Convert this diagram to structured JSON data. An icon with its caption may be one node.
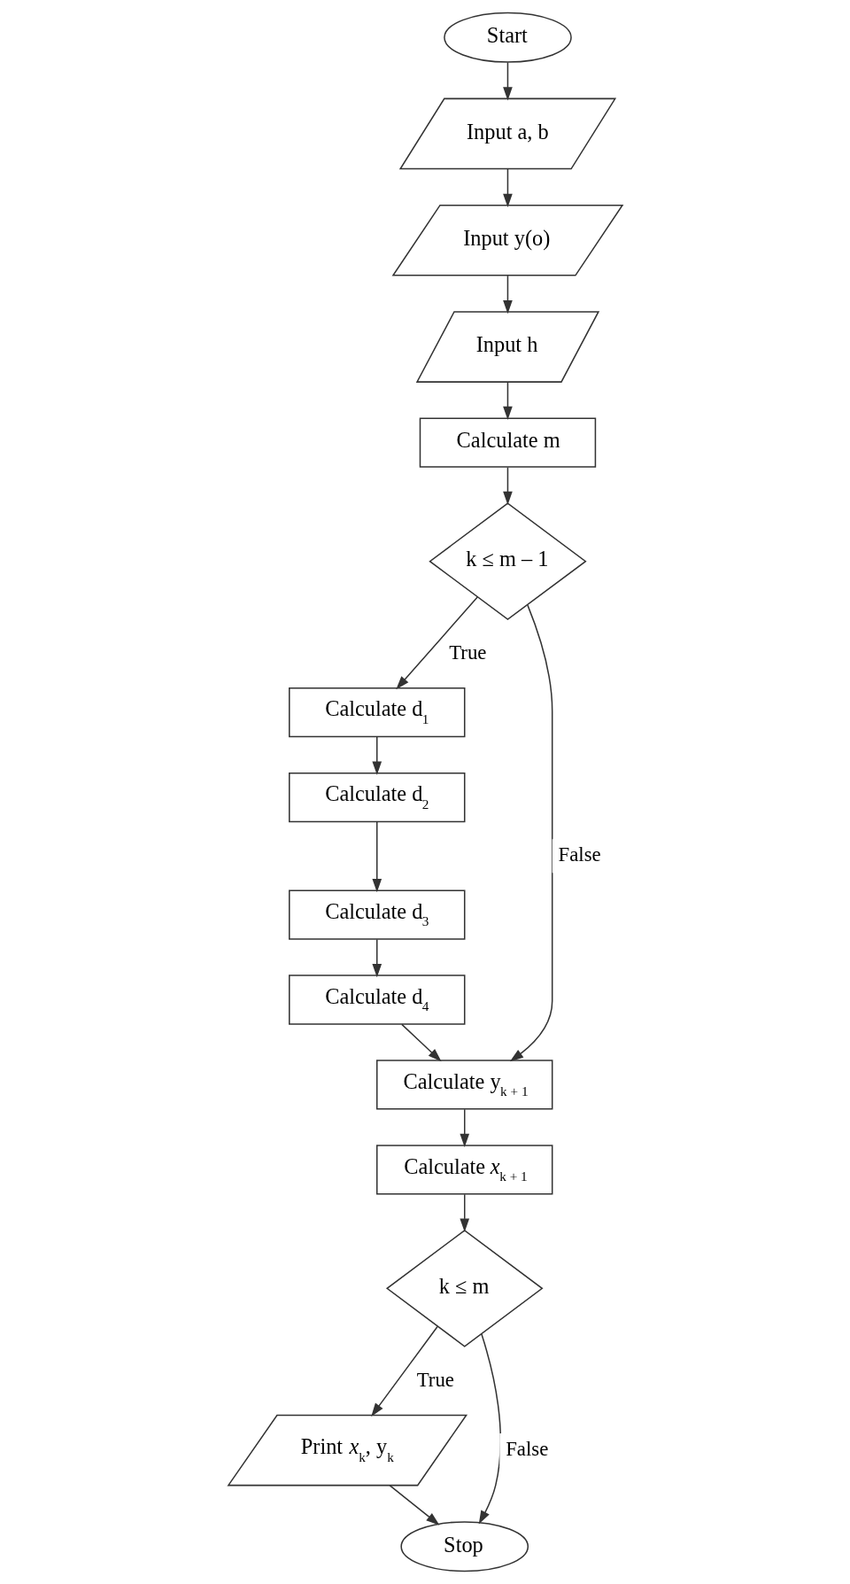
{
  "diagram": {
    "nodes": [
      {
        "text": [
          "Start"
        ]
      },
      {
        "text": [
          "Input a, b"
        ]
      },
      {
        "text": [
          "Input y(o)"
        ]
      },
      {
        "text": [
          "Input h"
        ]
      },
      {
        "text": [
          "Calculate m"
        ]
      },
      {
        "text": [
          "k ≤ m – 1"
        ]
      },
      {
        "text": [
          "Calculate d$_{1}$"
        ]
      },
      {
        "text": [
          "Calculate d$_{2}$"
        ]
      },
      {
        "text": [
          "Calculate d$_{3}$"
        ]
      },
      {
        "text": [
          "Calculate d$_{4}$"
        ]
      },
      {
        "text": [
          "Calculate y$_{k + 1}$"
        ]
      },
      {
        "text": [
          "Calculate *x*$_{k + 1}$"
        ]
      },
      {
        "text": [
          "k ≤ m"
        ]
      },
      {
        "text": [
          "Print *x*$_{k}$, y$_{k}$"
        ]
      },
      {
        "text": [
          "Stop"
        ]
      }
    ],
    "edges": [
      {
        "from": 0,
        "to": 1,
        "arrow": "to"
      },
      {
        "from": 1,
        "to": 2,
        "arrow": "to"
      },
      {
        "from": 2,
        "to": 3,
        "arrow": "to"
      },
      {
        "from": 3,
        "to": 4,
        "arrow": "to"
      },
      {
        "from": 4,
        "to": 5,
        "arrow": "to"
      },
      {
        "from": 5,
        "to": 6,
        "arrow": "to",
        "label": "True"
      },
      {
        "from": 6,
        "to": 7,
        "arrow": "to"
      },
      {
        "from": 7,
        "to": 8,
        "arrow": "to"
      },
      {
        "from": 8,
        "to": 9,
        "arrow": "to"
      },
      {
        "from": 5,
        "to": 10,
        "arrow": "to",
        "label": "False"
      },
      {
        "from": 9,
        "to": 10,
        "arrow": "to"
      },
      {
        "from": 10,
        "to": 11,
        "arrow": "to"
      },
      {
        "from": 11,
        "to": 12,
        "arrow": "to"
      },
      {
        "from": 12,
        "to": 13,
        "arrow": "to",
        "label": "True"
      },
      {
        "from": 12,
        "to": 14,
        "arrow": "to",
        "label": "False"
      },
      {
        "from": 13,
        "to": 14,
        "arrow": "to"
      }
    ]
  }
}
